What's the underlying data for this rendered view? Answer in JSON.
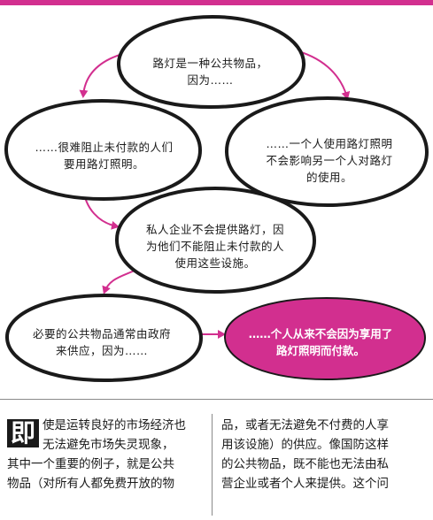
{
  "colors": {
    "accent": "#d22f8f",
    "ink": "#1a1a1a"
  },
  "diagram": {
    "nodes": {
      "cause": "路灯是一种公共物品，\n因为……",
      "exclusion": "……很难阻止未付款的人们\n要用路灯照明。",
      "rivalry": "……一个人使用路灯照明\n不会影响另一个人对路灯\n的使用。",
      "private": "私人企业不会提供路灯，因\n为他们不能阻止未付款的人\n使用这些设施。",
      "government": "必要的公共物品通常由政府\n来供应，因为……",
      "freerider": "……个人从来不会因为享用了\n路灯照明而付款。"
    }
  },
  "article": {
    "drop_cap": "即",
    "left_column": [
      "使是运转良好的市场经济也",
      "无法避免市场失灵现象，",
      "其中一个重要的例子，就是公共",
      "物品（对所有人都免费开放的物"
    ],
    "right_column": [
      "品，或者无法避免不付费的人享",
      "用该设施）的供应。像国防这样",
      "的公共物品，既不能也无法由私",
      "营企业或者个人来提供。这个问"
    ]
  }
}
